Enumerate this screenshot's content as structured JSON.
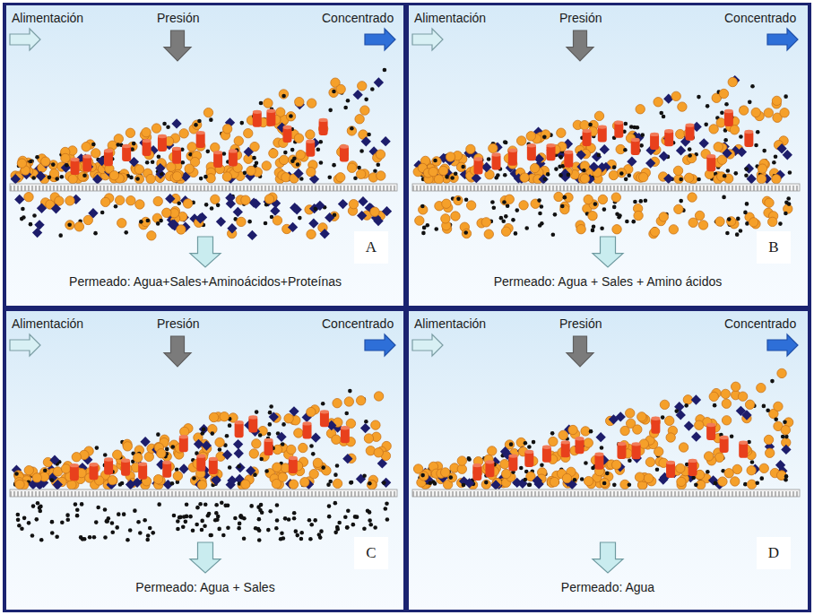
{
  "diagram": {
    "labels": [
      "Alimentación",
      "Presión",
      "Concentrado",
      "Permeado: Agua+Sales+Aminoácidos+Proteínas",
      "A",
      "Alimentación",
      "Presión",
      "Concentrado",
      "Permeado: Agua + Sales + Amino ácidos",
      "B",
      "Alimentación",
      "Presión",
      "Concentrado",
      "Permeado: Agua + Sales",
      "C",
      "Alimentación",
      "Presión",
      "Concentrado",
      "Permeado: Agua",
      "D"
    ]
  }
}
